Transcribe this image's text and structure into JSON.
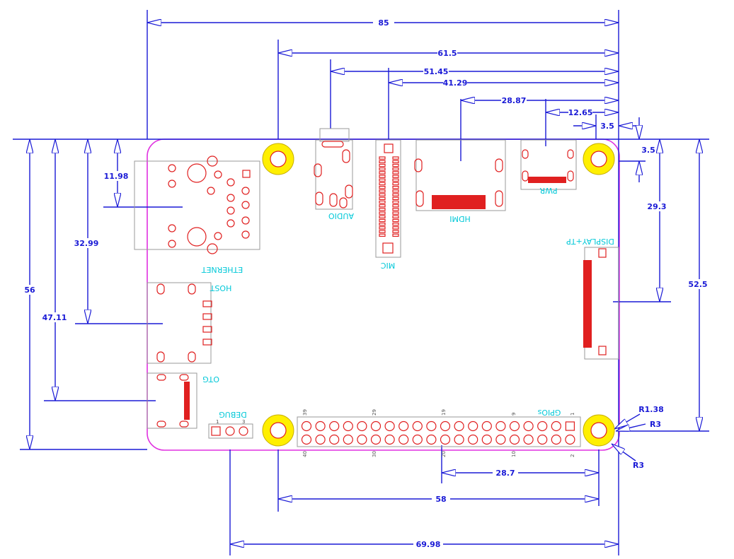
{
  "dimensions": {
    "top": [
      "85",
      "61.5",
      "51.45",
      "41.29",
      "28.87",
      "12.65",
      "3.5"
    ],
    "right": [
      "3.5",
      "29.3",
      "52.5"
    ],
    "left": [
      "56",
      "47.11",
      "32.99",
      "11.98"
    ],
    "bottom": [
      "28.7",
      "58",
      "69.98"
    ],
    "radii": [
      "R1.38",
      "R3",
      "R3"
    ]
  },
  "labels": {
    "ethernet": "ETHERNET",
    "audio": "AUDIO",
    "mic": "MIC",
    "hdmi": "HDMI",
    "pwr": "PWR",
    "display": "DISPLAY+TP",
    "host": "HOST",
    "otg": "OTG",
    "debug": "DEBUG",
    "gpios": "GPIOs"
  },
  "debug_pins": [
    "1",
    "3"
  ],
  "gpio_pins": {
    "top": [
      "39",
      "29",
      "19",
      "9",
      "1"
    ],
    "bottom": [
      "40",
      "30",
      "20",
      "10",
      "2"
    ]
  },
  "colors": {
    "dimension": "#1a1ad6",
    "board_outline": "#e030e0",
    "component": "#e02020",
    "label": "#00c8d8",
    "mount_hole": "#ffef00"
  }
}
